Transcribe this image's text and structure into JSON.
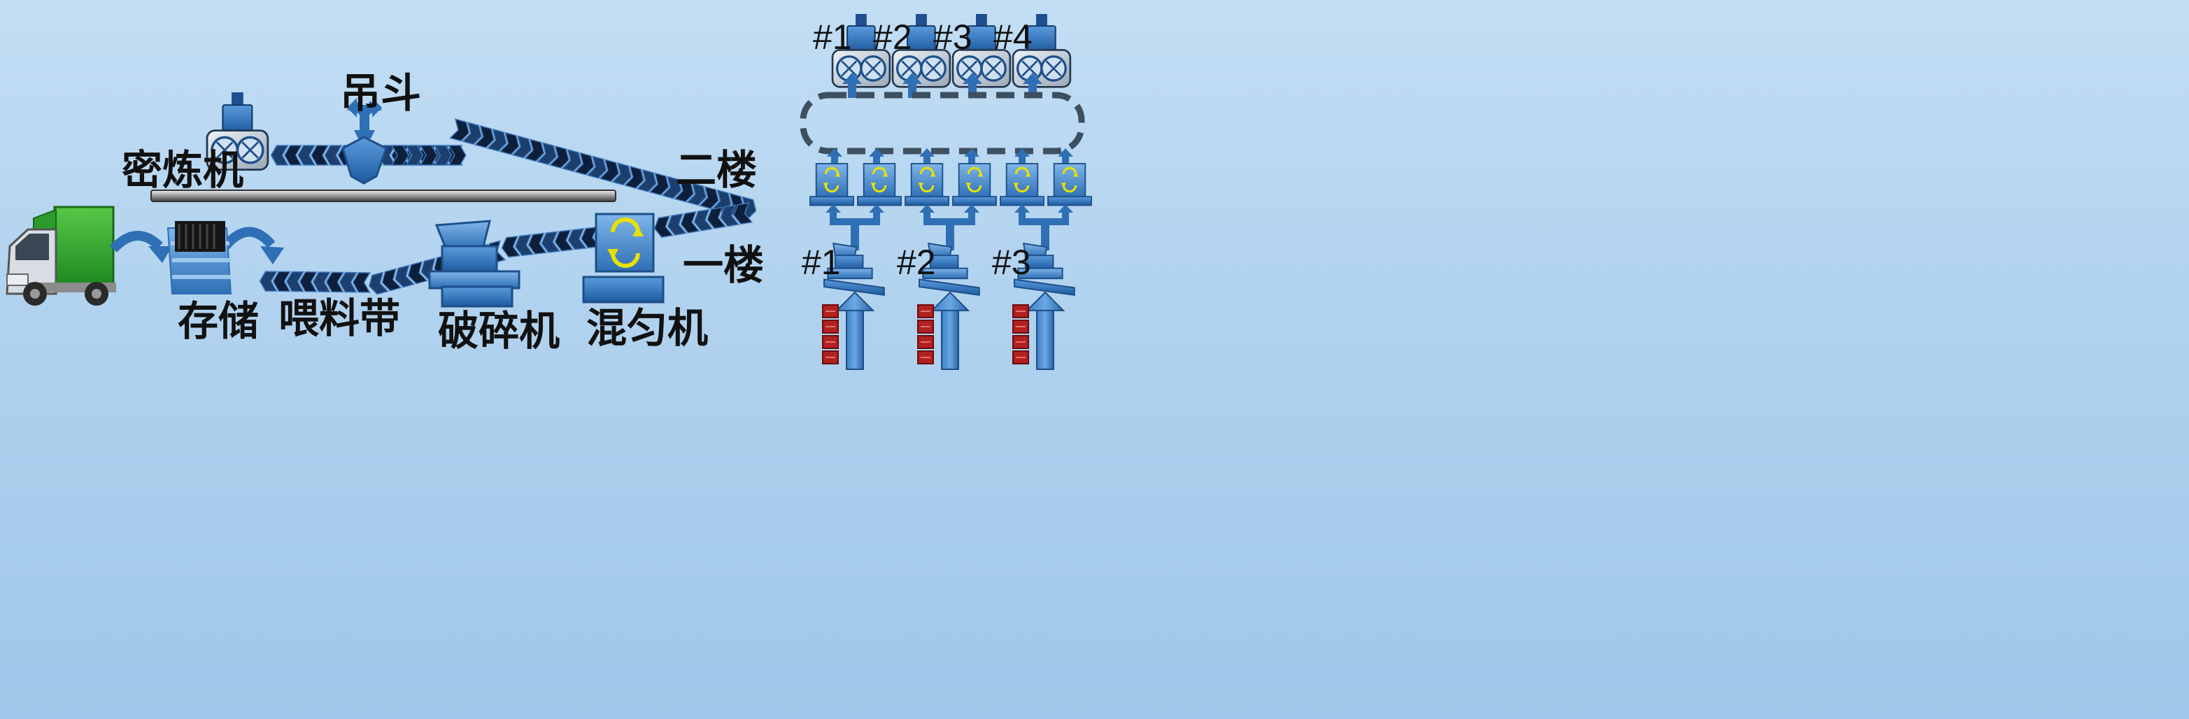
{
  "labels": {
    "mixer": "密炼机",
    "hopper": "吊斗",
    "second_floor": "二楼",
    "first_floor": "一楼",
    "storage": "存储",
    "feed_belt": "喂料带",
    "crusher": "破碎机",
    "blender": "混匀机"
  },
  "mixer_units": [
    "#1",
    "#2",
    "#3",
    "#4"
  ],
  "crusher_units": [
    "#1",
    "#2",
    "#3"
  ],
  "colors": {
    "equipment_blue": "#2f6fb5",
    "belt_dark": "#0d1f3a",
    "rotor_yellow": "#e8e000",
    "truck_cargo": "#2eaa2e",
    "bale_red": "#b32020"
  },
  "icons": [
    "truck-icon",
    "rubber-bale-stack-icon",
    "internal-mixer-icon",
    "hopper-icon",
    "crusher-icon",
    "blender-icon"
  ]
}
